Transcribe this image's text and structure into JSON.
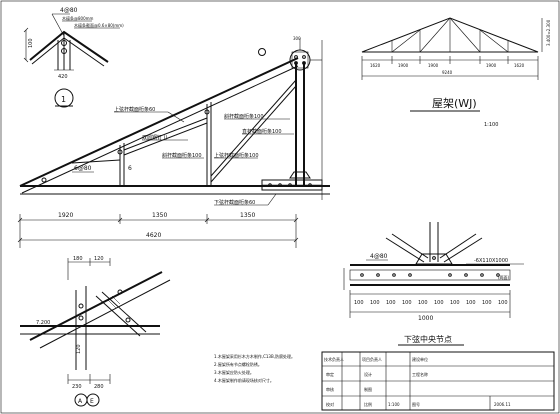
{
  "detail_apex": {
    "tag_top": "4@80",
    "note1": "木檩条@800mm",
    "note2": "木檩条截面@0.6×80(mm)",
    "dim_left": "100",
    "dim_bottom": "420",
    "circle_label": "1"
  },
  "main_truss": {
    "node_top_dim": "300",
    "labels": {
      "top_chord": "上弦杆截面桁条60",
      "web1": "斜杆截面桁条100",
      "web2": "直杆截面桁条100",
      "steel": "双圆钢钉 ()",
      "web3": "斜杆截面桁条100",
      "web4": "上弦杆截面桁条100",
      "bottom_chord": "下弦杆截面桁条60",
      "heel_tag": "6@80",
      "heel_tag2": "6"
    },
    "dims": [
      "1920",
      "1350",
      "1350"
    ],
    "total": "4620"
  },
  "overview": {
    "dims": [
      "1620",
      "1900",
      "1900",
      "1900",
      "1620"
    ],
    "total": "9240",
    "height": "3.400=2.300",
    "title": "屋架(WJ)",
    "scale": "1:100"
  },
  "heel_detail": {
    "dims_top": [
      "180",
      "120"
    ],
    "elev": "7.200",
    "dims_bottom": [
      "230",
      "280"
    ],
    "vert": "120",
    "axis_label": "A",
    "axis_label2": "E"
  },
  "bottom_node": {
    "tag": "4@80",
    "plate": "-6X110X1000",
    "plate_note": "(两面)",
    "dims": [
      "100",
      "100",
      "100",
      "100",
      "100",
      "100",
      "100",
      "100",
      "100",
      "100"
    ],
    "total": "1000",
    "title": "下弦中央节点"
  },
  "notes": [
    "1.木屋架采用杉木方木制作,C13B,防腐处理。",
    "2.屋架所有节点螺栓防锈。",
    "3.木屋架应防火处理。",
    "4.木屋架制作前请现场核对尺寸。"
  ],
  "titleblock": {
    "rows": [
      [
        "技术负责人",
        "",
        "项目负责人",
        ""
      ],
      [
        "审定",
        "",
        "设计",
        ""
      ],
      [
        "审核",
        "",
        "制图",
        ""
      ],
      [
        "校对",
        "",
        "比例",
        "1:100"
      ]
    ],
    "project": "建设单位",
    "drawing": "工程名称",
    "number": "图号",
    "date": "2006.11"
  }
}
